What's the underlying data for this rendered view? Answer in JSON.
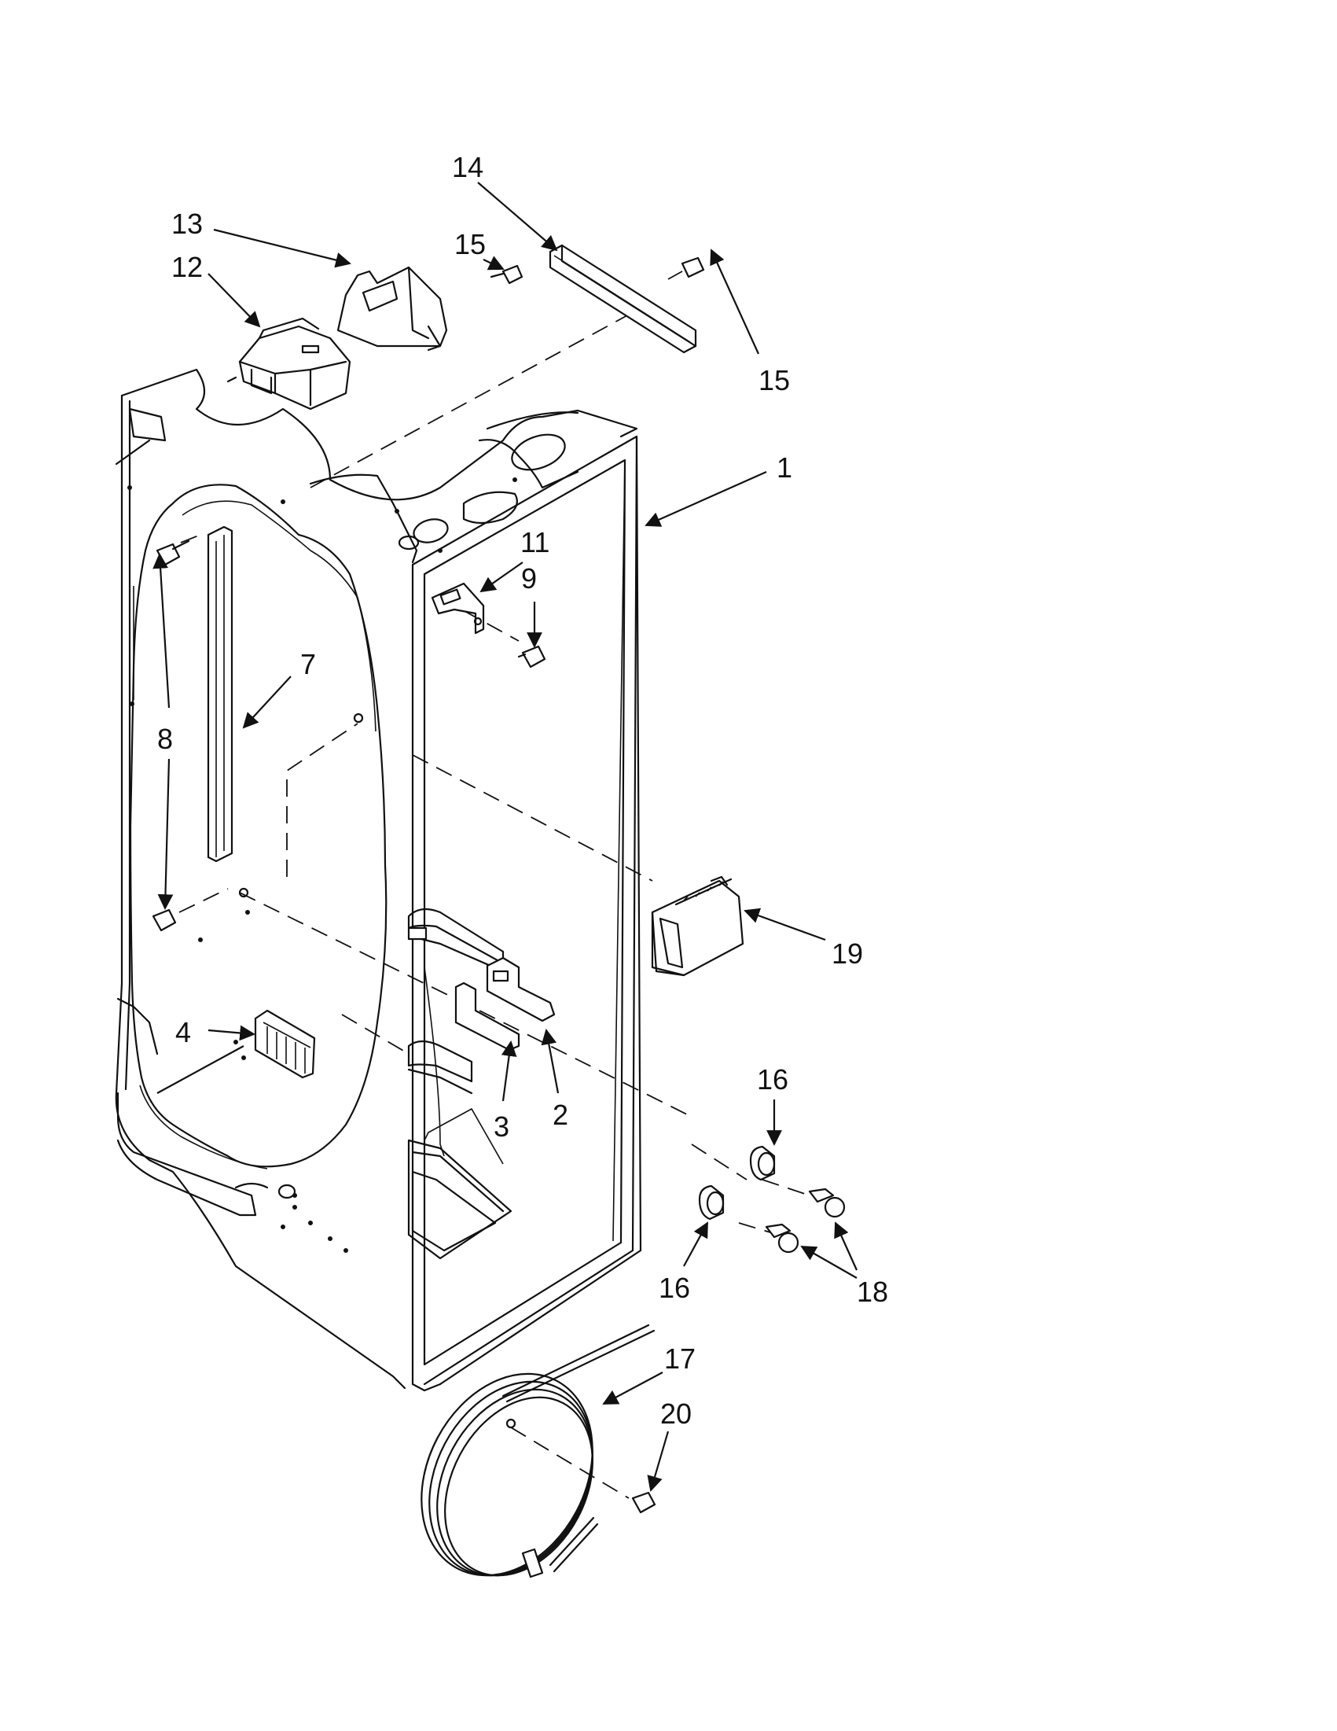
{
  "callouts": {
    "c1": "1",
    "c2": "2",
    "c3": "3",
    "c4": "4",
    "c7": "7",
    "c8": "8",
    "c9": "9",
    "c11": "11",
    "c12": "12",
    "c13": "13",
    "c14": "14",
    "c15_left": "15",
    "c15_right": "15",
    "c16_top": "16",
    "c16_bottom": "16",
    "c17": "17",
    "c18": "18",
    "c19": "19",
    "c20": "20"
  }
}
